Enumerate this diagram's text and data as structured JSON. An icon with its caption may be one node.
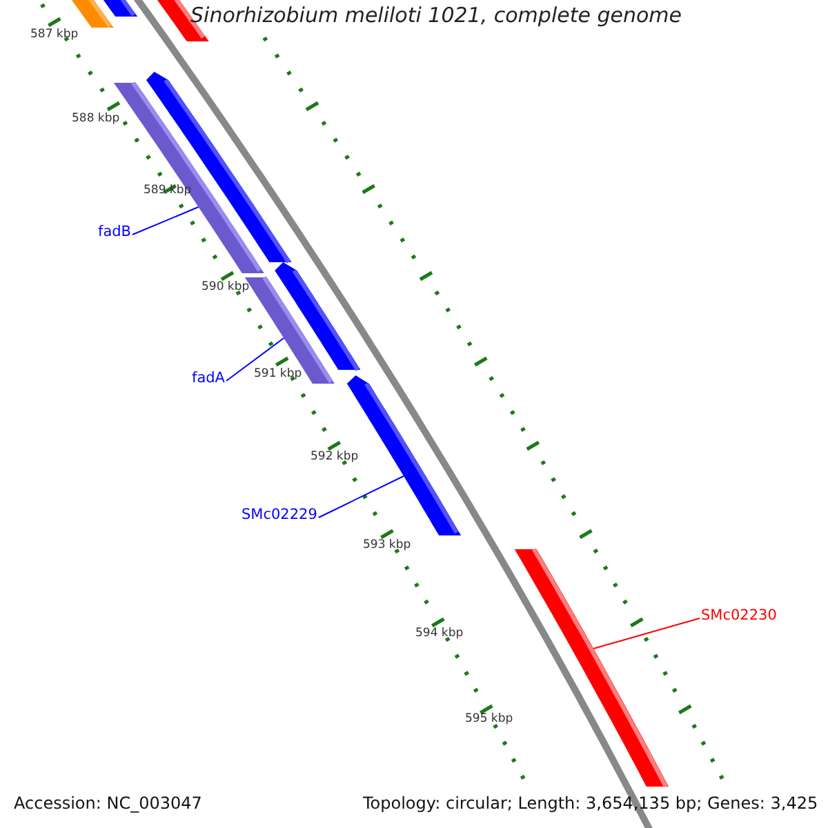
{
  "diagram": {
    "title": "Sinorhizobium meliloti 1021, complete genome",
    "nodes": [
      {
        "text": [
          "fadB"
        ]
      },
      {
        "text": [
          "fadA"
        ]
      },
      {
        "text": [
          "SMc02229"
        ]
      },
      {
        "text": [
          "SMc02230"
        ]
      },
      {
        "text": [],
        "shape": "bar"
      },
      {
        "text": [],
        "shape": "bar"
      },
      {
        "text": [],
        "shape": "arrow"
      },
      {
        "text": [],
        "shape": "bar"
      }
    ],
    "edges": [
      {
        "from": 0,
        "to": 4,
        "arrow": "none"
      },
      {
        "from": 1,
        "to": 5,
        "arrow": "none"
      },
      {
        "from": 2,
        "to": 6,
        "arrow": "none"
      },
      {
        "from": 3,
        "to": 7,
        "arrow": "none",
        "color": "#ff0000"
      }
    ],
    "labels": [
      "587 kbp",
      "588 kbp",
      "589 kbp",
      "590 kbp",
      "591 kbp",
      "592 kbp",
      "593 kbp",
      "594 kbp",
      "595 kbp",
      "Accession: NC_003047",
      "Topology: circular; Length: 3,654,135 bp; Genes: 3,425"
    ]
  }
}
